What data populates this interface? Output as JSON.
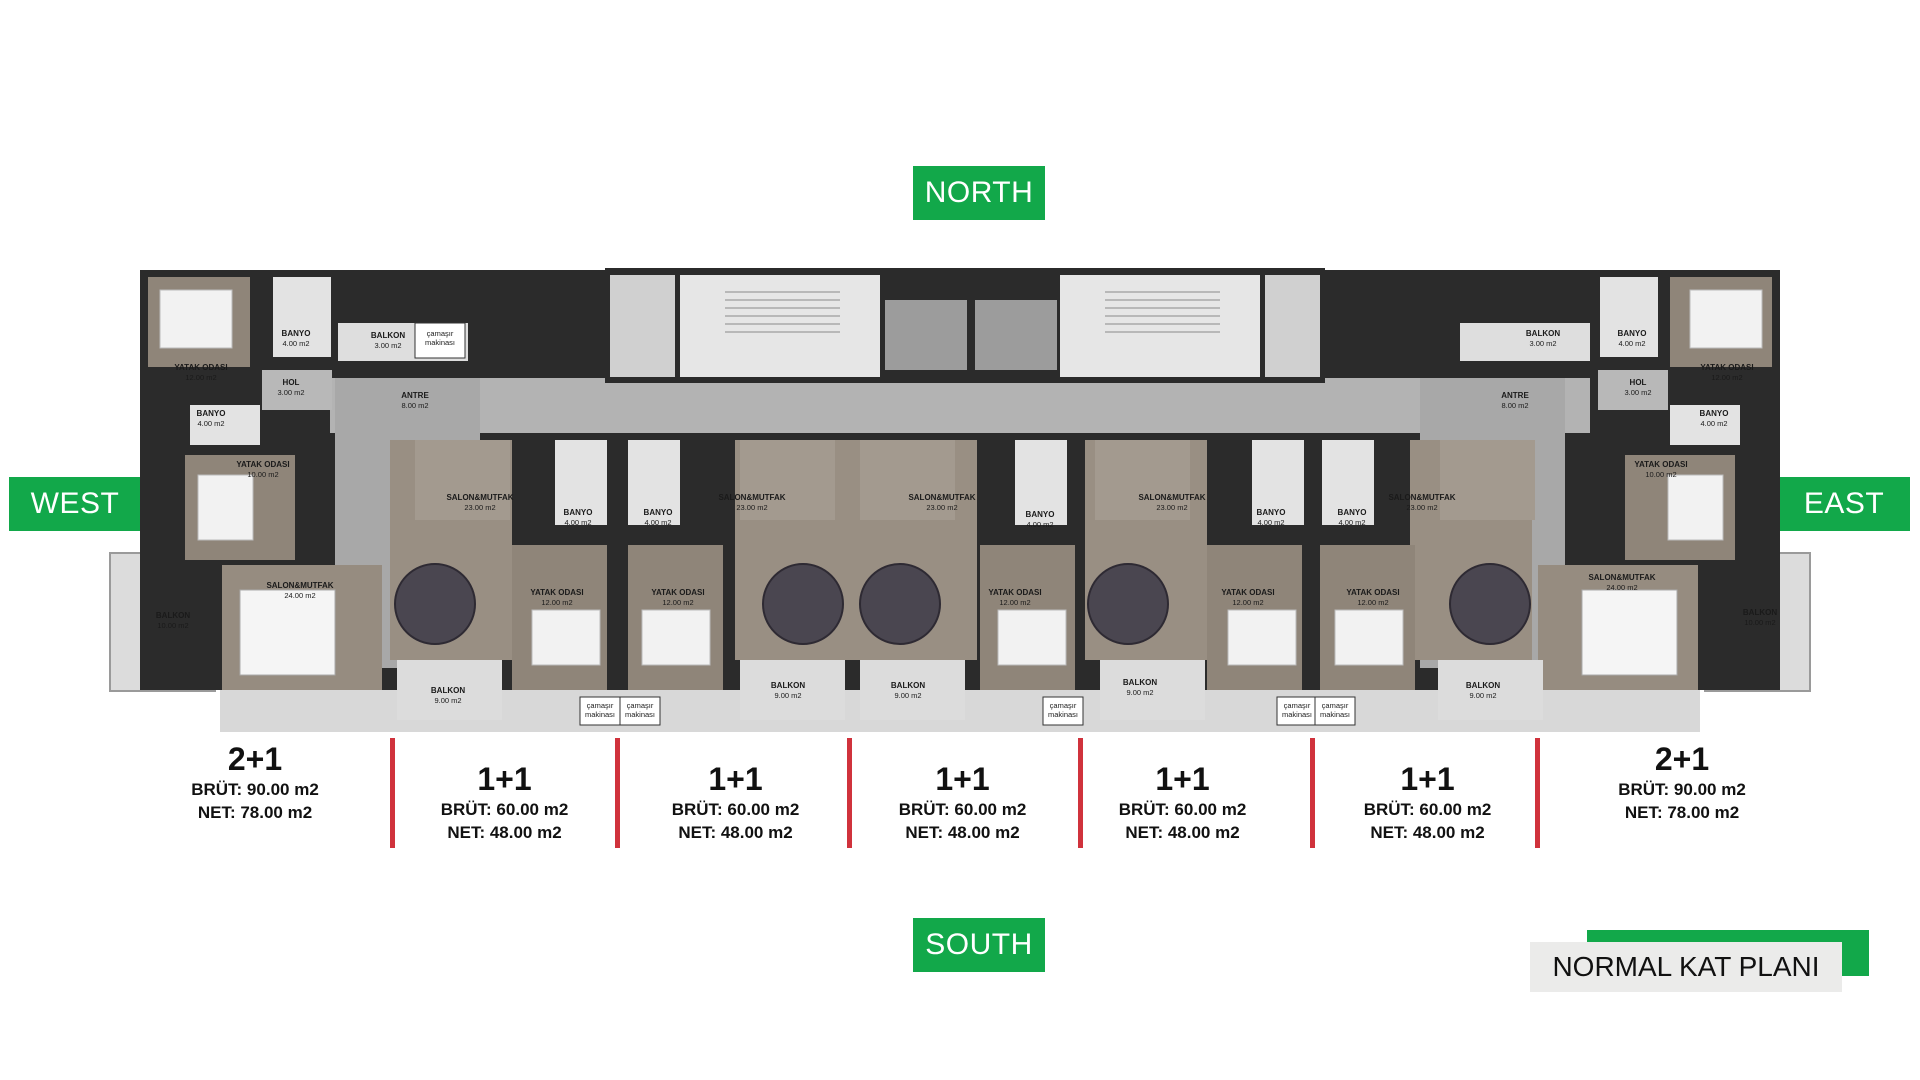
{
  "compass": {
    "north": "NORTH",
    "south": "SOUTH",
    "west": "WEST",
    "east": "EAST"
  },
  "plan_title": "NORMAL KAT PLANI",
  "rooms": {
    "yatak_odasi": "YATAK ODASI",
    "banyo": "BANYO",
    "hol": "HOL",
    "balkon": "BALKON",
    "antre": "ANTRE",
    "salon_mutfak": "SALON&MUTFAK",
    "camasir_1": "çamaşır",
    "camasir_2": "makinası",
    "a_12": "12.00 m2",
    "a_4": "4.00 m2",
    "a_3": "3.00 m2",
    "a_8": "8.00 m2",
    "a_10": "10.00 m2",
    "a_24": "24.00 m2",
    "a_23": "23.00 m2",
    "a_9": "9.00 m2"
  },
  "units": [
    {
      "type": "2+1",
      "brut": "BRÜT: 90.00 m2",
      "net": "NET: 78.00 m2"
    },
    {
      "type": "1+1",
      "brut": "BRÜT: 60.00 m2",
      "net": "NET: 48.00 m2"
    },
    {
      "type": "1+1",
      "brut": "BRÜT: 60.00 m2",
      "net": "NET: 48.00 m2"
    },
    {
      "type": "1+1",
      "brut": "BRÜT: 60.00 m2",
      "net": "NET: 48.00 m2"
    },
    {
      "type": "1+1",
      "brut": "BRÜT: 60.00 m2",
      "net": "NET: 48.00 m2"
    },
    {
      "type": "1+1",
      "brut": "BRÜT: 60.00 m2",
      "net": "NET: 48.00 m2"
    },
    {
      "type": "2+1",
      "brut": "BRÜT: 90.00 m2",
      "net": "NET: 78.00 m2"
    }
  ],
  "colors": {
    "accent_green": "#12a84a",
    "divider_red": "#d0323c",
    "wall": "#2b2b2b",
    "wood_floor": "#9a8f83",
    "corridor": "#b3b3b3",
    "tile": "#e3e3e3"
  }
}
